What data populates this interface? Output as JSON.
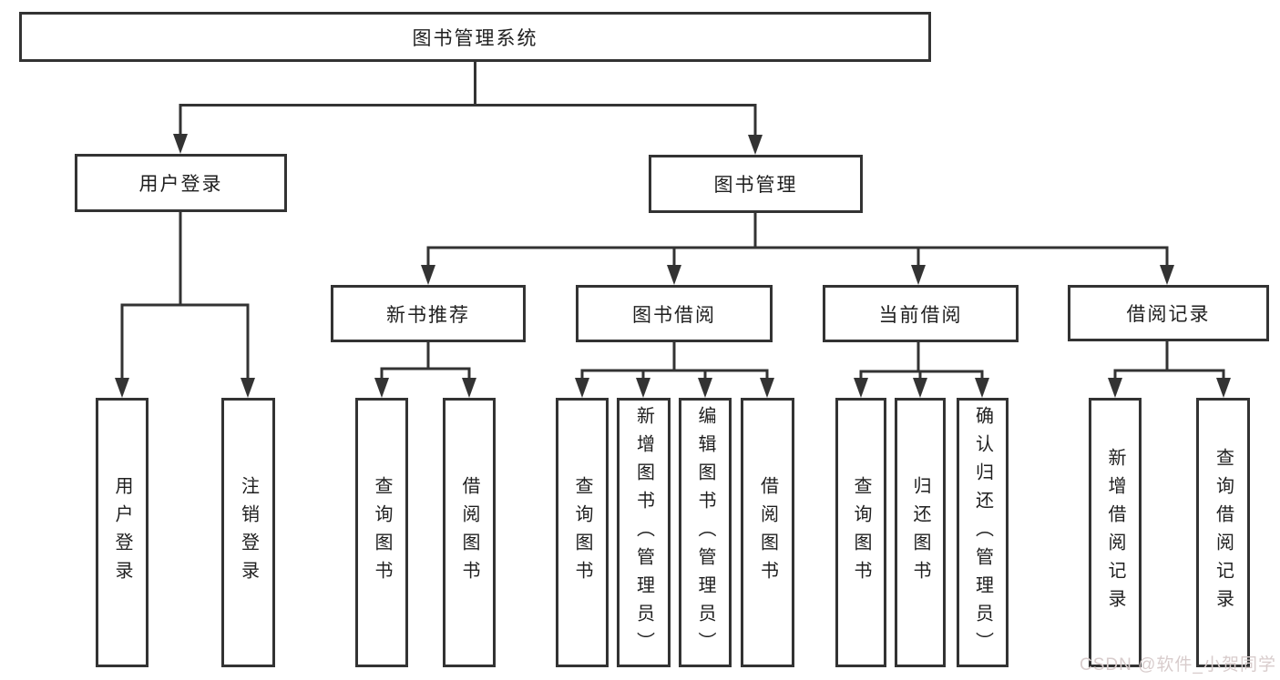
{
  "title": "图书管理系统",
  "watermark": "CSDN @软件_小贺同学",
  "colors": {
    "line": "#333333",
    "box_background": "#ffffff",
    "text": "#1f1f1f",
    "watermark_text": "#d8cccc"
  },
  "level1": [
    {
      "label": "用户登录"
    },
    {
      "label": "图书管理"
    }
  ],
  "level2": [
    {
      "label": "新书推荐"
    },
    {
      "label": "图书借阅"
    },
    {
      "label": "当前借阅"
    },
    {
      "label": "借阅记录"
    }
  ],
  "leaves": {
    "user_login": [
      "用户登录",
      "注销登录"
    ],
    "new_books": [
      "查询图书",
      "借阅图书"
    ],
    "book_borrow": [
      "查询图书",
      "新增图书（管理员）",
      "编辑图书（管理员）",
      "借阅图书"
    ],
    "current_borrow": [
      "查询图书",
      "归还图书",
      "确认归还（管理员）"
    ],
    "borrow_records": [
      "新增借阅记录",
      "查询借阅记录"
    ]
  }
}
